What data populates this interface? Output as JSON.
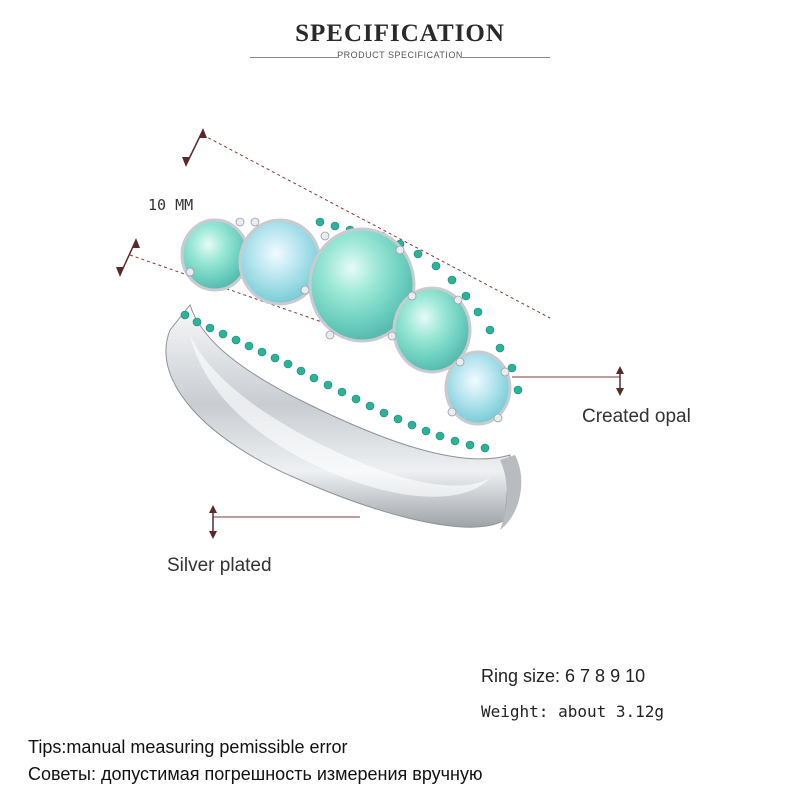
{
  "header": {
    "title": "SPECIFICATION",
    "subtitle": "PRODUCT SPECIFICATION"
  },
  "dimension": {
    "label": "10 MM"
  },
  "callouts": {
    "stone": "Created opal",
    "band": "Silver plated"
  },
  "specs": {
    "ring_size": "Ring size: 6  7  8  9  10",
    "weight": "Weight: about  3.12g"
  },
  "tips": {
    "english": "Tips:manual measuring pemissible error",
    "russian": "Советы: допустимая погрешность измерения вручную"
  },
  "colors": {
    "opal": "#8fe0cf",
    "accent_stone": "#2bb39a",
    "metal": "#d9dcdf",
    "leader_line": "#7a3b3b"
  }
}
